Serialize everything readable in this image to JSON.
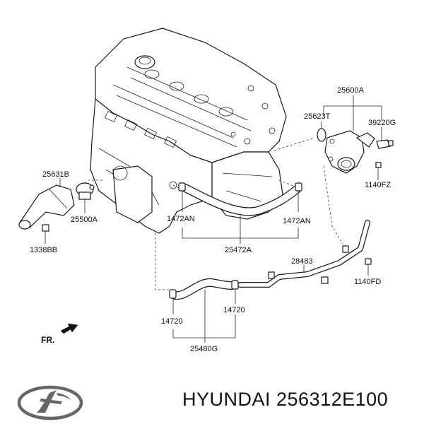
{
  "parts": {
    "p_25600A": "25600A",
    "p_25623T": "25623T",
    "p_39220G": "39220G",
    "p_1140FZ": "1140FZ",
    "p_25631B": "25631B",
    "p_25500A": "25500A",
    "p_1338BB": "1338BB",
    "p_1472AN_left": "1472AN",
    "p_1472AN_right": "1472AN",
    "p_25472A": "25472A",
    "p_28483": "28483",
    "p_1140FD": "1140FD",
    "p_14720_left": "14720",
    "p_14720_right": "14720",
    "p_25480G": "25480G"
  },
  "front_marker": "FR.",
  "brand": {
    "logo_icon": "hyundai-logo",
    "text": "HYUNDAI 256312E100"
  }
}
